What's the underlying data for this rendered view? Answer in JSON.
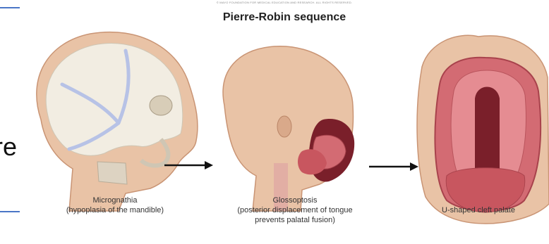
{
  "slide": {
    "partial_text": "re"
  },
  "figure": {
    "copyright": "© MAYO FOUNDATION FOR MEDICAL EDUCATION AND RESEARCH. ALL RIGHTS RESERVED.",
    "title": "Pierre-Robin sequence",
    "panels": [
      {
        "caption_line1": "Micrognathia",
        "caption_line2": "(hypoplasia of the mandible)",
        "caption_line3": ""
      },
      {
        "caption_line1": "Glossoptosis",
        "caption_line2": "(posterior displacement of tongue",
        "caption_line3": "prevents palatal fusion)"
      },
      {
        "caption_line1": "U-shaped cleft palate",
        "caption_line2": "",
        "caption_line3": ""
      }
    ]
  },
  "colors": {
    "slide_accent": "#4a76c6",
    "skin": "#e9c3a6",
    "skin_dark": "#c99474",
    "bone": "#f2ede2",
    "suture": "#b7c2e6",
    "mucosa": "#d36b73",
    "mucosa_dark": "#a8424c",
    "arrow": "#111111"
  }
}
